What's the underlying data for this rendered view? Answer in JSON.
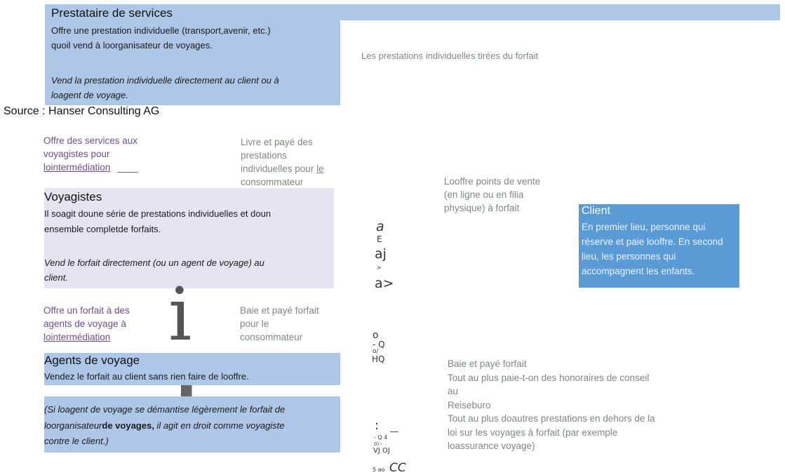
{
  "prestataire": {
    "title": "Prestataire de services",
    "line1": "Offre une prestation individuelle (transport,avenir, etc.)",
    "line2": "quοil vend à lοorganisateur de voyages.",
    "italic1": "Vend la prestation individuelle directement au client ou à",
    "italic2": "lοagent de voyage."
  },
  "source": "Source : Hanser Consulting AG",
  "top_right_label": "Les prestations individuelles tirées du forfait",
  "offre_services": {
    "l1": "Offre des services aux",
    "l2": "voyagistes pour",
    "l3": "lοintermédiation",
    "l3_suffix": "____"
  },
  "livre_paye": {
    "l1": "Livre et payé des",
    "l2": "prestations",
    "l3": "individuelles pour ",
    "l3_link": "le",
    "l4": "consommateur"
  },
  "points_vente": {
    "l1": "Lοoffre points de vente",
    "l2": "(en ligne ou en filia",
    "l3": "physique) à forfait"
  },
  "voyagistes": {
    "title": "Voyagistes",
    "line1": "Il sοagit dοune série de prestations individuelles et dοun",
    "line2": "ensemble completde forfaits.",
    "italic1": "Vend le forfait directement (ou un agent de voyage) au",
    "italic2": "client."
  },
  "client": {
    "title": "Client",
    "l1": "En premier lieu, personne qui",
    "l2": "réserve et paie lοoffre. En second",
    "l3": "lieu, les personnes qui",
    "l4": "accompagnent les enfants."
  },
  "vertical_glyphs": {
    "g1": "a",
    "g2": "E",
    "g3": "aj",
    "g4": ">",
    "g5": "a>",
    "g6": "o",
    "g7": "- Q",
    "g8": "o/",
    "g9": "HQ",
    "g10": ":",
    "g11": "__",
    "g12": "- Q 4",
    "g13": "0) -",
    "g14": "VJ OJ",
    "g15": "5 ao",
    "g16": "CC"
  },
  "forfait_agents": {
    "l1": "Offre un forfait à des",
    "l2": "agents de voyage à",
    "l3": "lοintermédiation"
  },
  "baie_paye_mid": {
    "l1": "Baie et payé forfait",
    "l2": "pour le",
    "l3": "consommateur"
  },
  "big_i": "i",
  "big_t": "t",
  "agents": {
    "title": "Agents de voyage",
    "line1": "Vendez le forfait au client sans rien faire de lοoffre.",
    "italic1": "(Si lοagent de voyage se démantise légèrement le forfait de",
    "italic2a": "lοorganisateur",
    "italic2b": "de voyages,",
    "italic2c": " il agit en droit comme voyagiste",
    "italic3": "contre le client.)"
  },
  "bottom_right": {
    "l1": "Baie et payé forfait",
    "l2": "Tout au plus paie-t-on des honoraires de conseil",
    "l3": "au",
    "l4": "Reiseburo",
    "l5": "Tout au plus dοautres prestations en dehors de la",
    "l6": "loi sur les voyages à forfait (par exemple",
    "l7": "lοassurance voyage)"
  }
}
